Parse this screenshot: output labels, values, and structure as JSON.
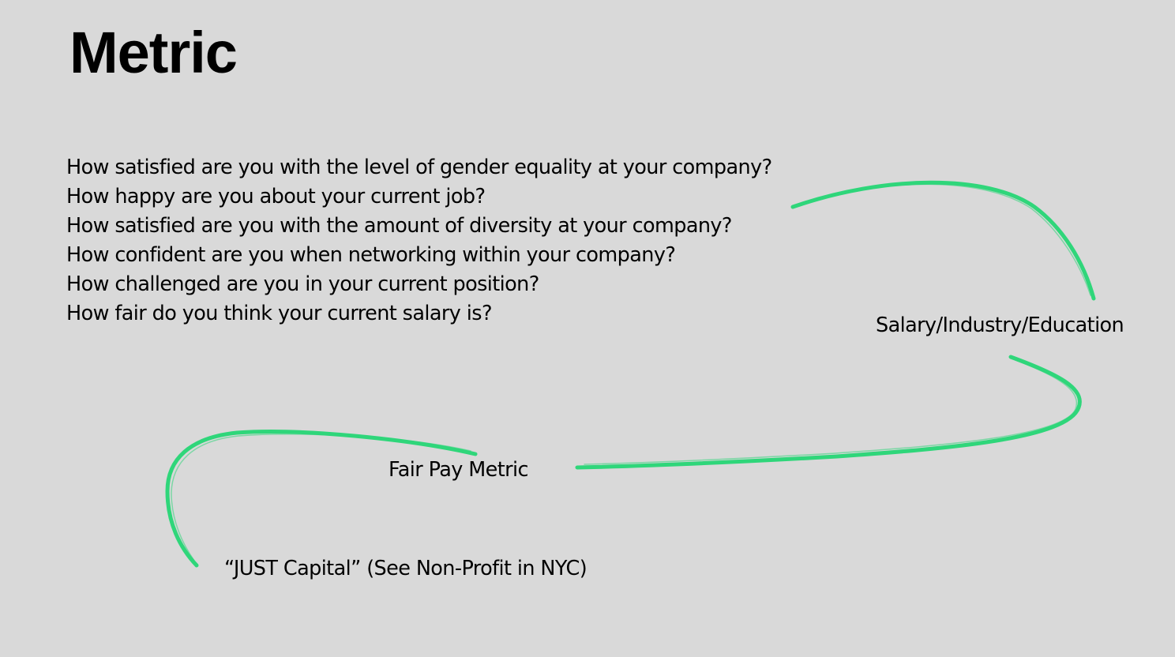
{
  "slide": {
    "title": "Metric",
    "questions": [
      "How satisfied are you with the level of gender equality at your company?",
      "How happy are you about your current job?",
      "How satisfied are you with the amount of diversity at your company?",
      "How confident are you when networking within your company?",
      "How challenged are you in your current position?",
      "How fair do you think your current salary is?"
    ],
    "labels": {
      "salary": "Salary/Industry/Education",
      "fair_pay": "Fair Pay Metric",
      "just_capital": "“JUST Capital” (See Non-Profit in NYC)"
    },
    "accent_color": "#2fd67a",
    "background_color": "#d9d9d9"
  }
}
